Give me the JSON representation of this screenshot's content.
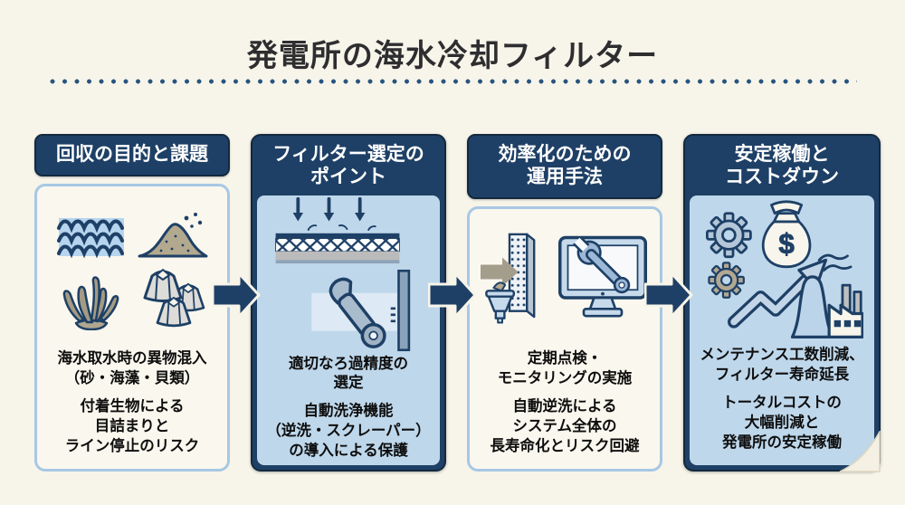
{
  "title": "発電所の海水冷却フィルター",
  "colors": {
    "background": "#f7f4e9",
    "navy": "#1e4066",
    "panel_light_blue": "#bed7eb",
    "outlined_body_border": "#a7c8e4",
    "dotted_rule": "#28557f",
    "body_text": "#0e0e0e",
    "header_text": "#ffffff",
    "sand_tan": "#b3a98f"
  },
  "panels": [
    {
      "header": "回収の目的と課題",
      "style": "outlined",
      "icons": [
        "waves-icon",
        "sand-pile-icon",
        "seaweed-icon",
        "shellfish-icon"
      ],
      "paragraphs": [
        "海水取水時の異物混入\n（砂・海藻・貝類）",
        "付着生物による\n目詰まりと\nライン停止のリスク"
      ]
    },
    {
      "header": "フィルター選定の\nポイント",
      "style": "filled",
      "icons": [
        "filter-mesh-icon",
        "scraper-icon"
      ],
      "paragraphs": [
        "適切なろ過精度の\n選定",
        "自動洗浄機能\n（逆洗・スクレーパー）\nの導入による保護"
      ]
    },
    {
      "header": "効率化のための\n運用手法",
      "style": "outlined",
      "icons": [
        "backwash-filter-icon",
        "monitor-wrench-icon"
      ],
      "paragraphs": [
        "定期点検・\nモニタリングの実施",
        "自動逆洗による\nシステム全体の\n長寿命化とリスク回避"
      ]
    },
    {
      "header": "安定稼働と\nコストダウン",
      "style": "filled",
      "icons": [
        "gears-icon",
        "money-bag-icon",
        "growth-arrow-icon",
        "power-plant-icon"
      ],
      "money_symbol": "$",
      "paragraphs": [
        "メンテナンス工数削減、\nフィルター寿命延長",
        "トータルコストの\n大幅削減と\n発電所の安定稼働"
      ]
    }
  ],
  "flow_arrows_count": 3
}
